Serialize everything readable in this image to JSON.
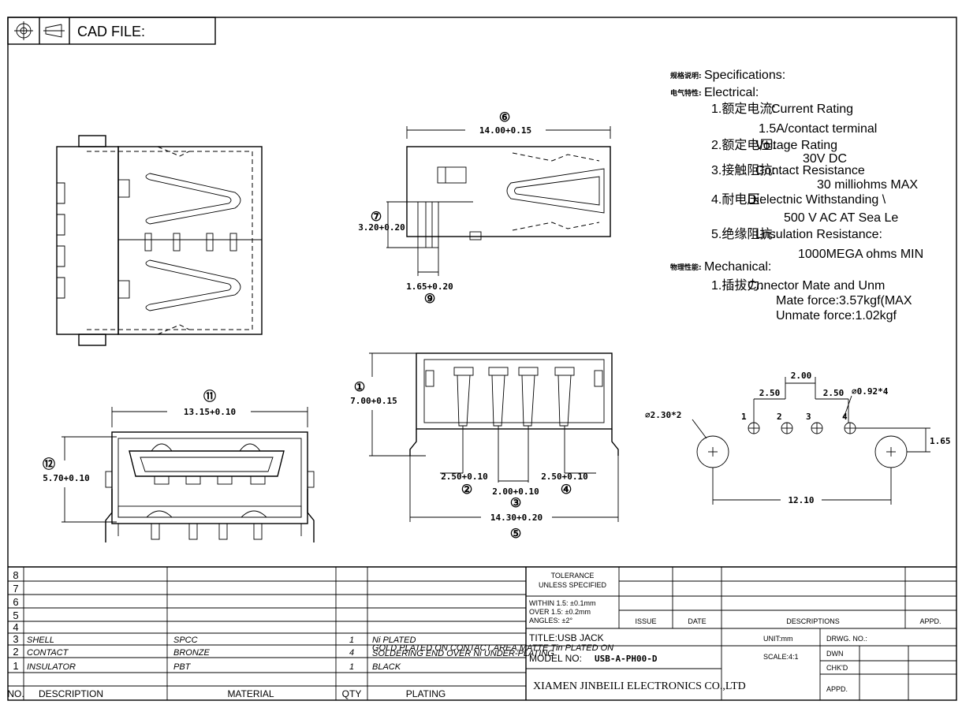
{
  "header": {
    "cad_label": "CAD FILE:"
  },
  "specs": {
    "specifications_cn": "规格说明:",
    "specifications": "Specifications:",
    "electrical_cn": "电气特性:",
    "electrical": "Electrical:",
    "item1_cn": "1.额定电流:",
    "item1": " Current  Rating",
    "item1_value": "1.5A/contact  terminal",
    "item2_cn": "2.额定电压:",
    "item2": " Voltage  Rating",
    "item2_value": "30V  DC",
    "item3_cn": "3.接触阻抗:",
    "item3": "Contact  Resistance",
    "item3_value": "30  milliohms  MAX",
    "item4_cn": "4.耐电压:",
    "item4": "Dielectnic  Withstanding  \\",
    "item4_value": "500  V  AC  AT  Sea  Le",
    "item5_cn": "5.绝缘阻抗:",
    "item5": "Lnsulation  Resistance:",
    "item5_value": "1000MEGA  ohms  MIN",
    "mechanical_cn": "物理性能:",
    "mechanical": "Mechanical:",
    "mech1_cn": "1.插拔力:",
    "mech1": " Cnnector  Mate  and  Unm",
    "mech1_value1": "Mate  force:3.57kgf(MAX",
    "mech1_value2": "Unmate  force:1.02kgf"
  },
  "dims": {
    "d6_tag": "⑥",
    "d6": "14.00+0.15",
    "d7_tag": "⑦",
    "d7": "3.20+0.20",
    "d9_tag": "⑨",
    "d9": "1.65+0.20",
    "d1_tag": "①",
    "d1": "7.00+0.15",
    "d2_tag": "②",
    "d2": "2.50+0.10",
    "d3_tag": "③",
    "d3": "2.00+0.10",
    "d4_tag": "④",
    "d4": "2.50+0.10",
    "d5_tag": "⑤",
    "d5": "14.30+0.20",
    "d11_tag": "⑪",
    "d11": "13.15+0.10",
    "d12_tag": "⑫",
    "d12": "5.70+0.10",
    "pcb_pitch_mid": "2.00",
    "pcb_pitch_left": "2.50",
    "pcb_pitch_right": "2.50",
    "pcb_hole_small": "⌀0.92*4",
    "pcb_hole_big": "⌀2.30*2",
    "pcb_offset": "1.65",
    "pcb_span": "12.10",
    "pin1": "1",
    "pin2": "2",
    "pin3": "3",
    "pin4": "4"
  },
  "title_block": {
    "bom_rows": [
      {
        "no": "8",
        "description": "",
        "material": "",
        "qty": "",
        "plating": ""
      },
      {
        "no": "7",
        "description": "",
        "material": "",
        "qty": "",
        "plating": ""
      },
      {
        "no": "6",
        "description": "",
        "material": "",
        "qty": "",
        "plating": ""
      },
      {
        "no": "5",
        "description": "",
        "material": "",
        "qty": "",
        "plating": ""
      },
      {
        "no": "4",
        "description": "",
        "material": "",
        "qty": "",
        "plating": ""
      },
      {
        "no": "3",
        "description": "SHELL",
        "material": "SPCC",
        "qty": "1",
        "plating": "Ni PLATED"
      },
      {
        "no": "2",
        "description": "CONTACT",
        "material": "BRONZE",
        "qty": "4",
        "plating_small1": "GOLD PLATED ON CONTACT AREA,MATTE Tin PLATED ON",
        "plating_small2": "SOLDERING END OVER Ni UNDER-PLATING"
      },
      {
        "no": "1",
        "description": "INSULATOR",
        "material": "PBT",
        "qty": "1",
        "plating": "BLACK"
      }
    ],
    "bom_header": {
      "no": "NO.",
      "description": "DESCRIPTION",
      "material": "MATERIAL",
      "qty": "QTY",
      "plating": "PLATING"
    },
    "tolerance1": "TOLERANCE",
    "tolerance2": "UNLESS SPECIFIED",
    "tol_within": "WITHIN 1.5: ±0.1mm",
    "tol_over": "OVER 1.5:  ±0.2mm",
    "tol_angles": "ANGLES: ±2°",
    "rev_issue": "ISSUE",
    "rev_date": "DATE",
    "rev_desc": "DESCRIPTIONS",
    "rev_appd": "APPD.",
    "title": "TITLE:USB JACK",
    "unit": "UNIT:mm",
    "drwg_no": "DRWG. NO.:",
    "model_label": "MODEL  NO:",
    "model_value": "USB-A-PH00-D",
    "scale": "SCALE:4:1",
    "dwn": "DWN",
    "chkd": "CHK'D",
    "appd": "APPD.",
    "company": "XIAMEN JINBEILI ELECTRONICS CO.,LTD"
  }
}
